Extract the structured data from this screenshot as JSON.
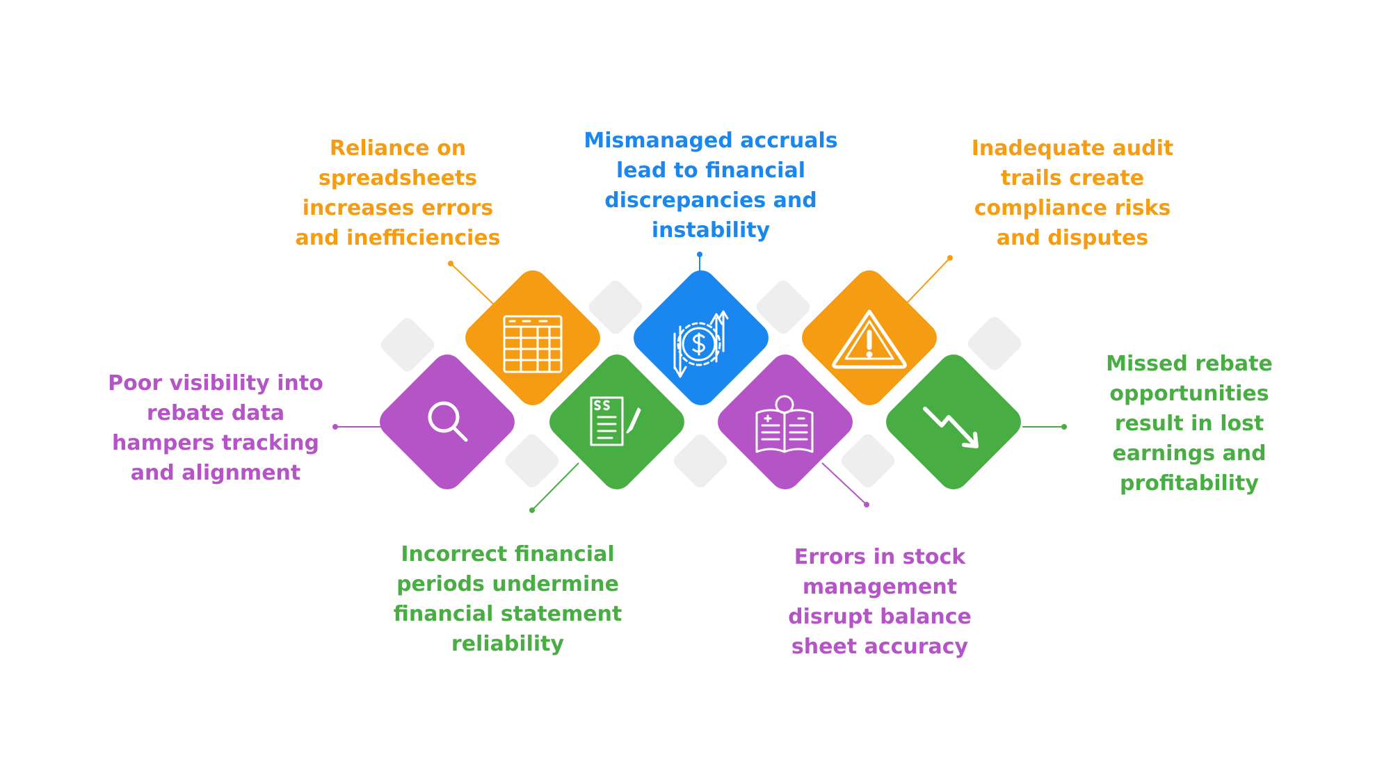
{
  "colors": {
    "orange": "#f59c12",
    "blue": "#1a86ef",
    "purple": "#b554c6",
    "green": "#48ad43",
    "gray_tile": "#eeeeee",
    "icon_stroke": "#ffffff"
  },
  "items": [
    {
      "id": "spreadsheets",
      "color": "orange",
      "icon": "spreadsheet-icon",
      "text": "Reliance on\nspreadsheets\nincreases errors\nand inefficiencies"
    },
    {
      "id": "accruals",
      "color": "blue",
      "icon": "dollar-cycle-icon",
      "text": "Mismanaged accruals\nlead to financial\ndiscrepancies and\ninstability"
    },
    {
      "id": "audit",
      "color": "orange",
      "icon": "warning-icon",
      "text": "Inadequate audit\ntrails create\ncompliance risks\nand disputes"
    },
    {
      "id": "visibility",
      "color": "purple",
      "icon": "magnifier-icon",
      "text": "Poor visibility into\nrebate data\nhampers tracking\nand alignment"
    },
    {
      "id": "periods",
      "color": "green",
      "icon": "invoice-icon",
      "text": "Incorrect financial\nperiods undermine\nfinancial statement\nreliability"
    },
    {
      "id": "stock",
      "color": "purple",
      "icon": "ledger-icon",
      "text": "Errors in stock\nmanagement\ndisrupt balance\nsheet accuracy"
    },
    {
      "id": "rebate",
      "color": "green",
      "icon": "downtrend-icon",
      "text": "Missed rebate\nopportunities\nresult in lost\nearnings and\nprofitability"
    }
  ]
}
